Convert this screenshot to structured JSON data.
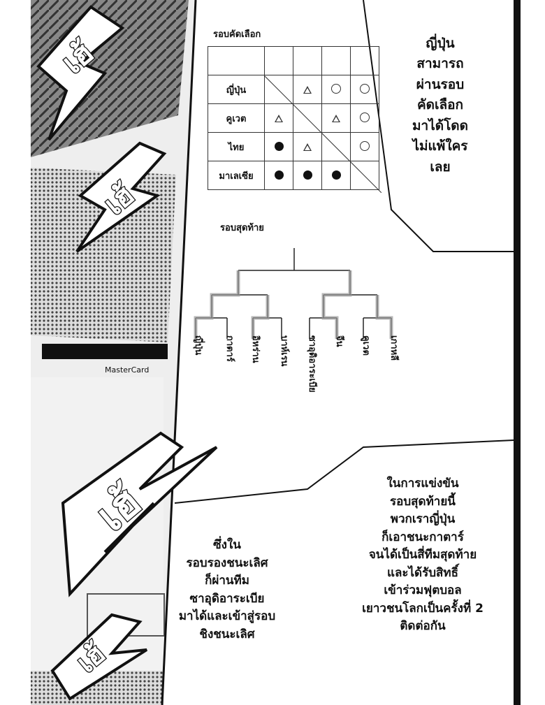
{
  "qualifying": {
    "title": "รอบคัดเลือก",
    "teams": [
      "ญี่ปุ่น",
      "คูเวต",
      "ไทย",
      "มาเลเซีย"
    ],
    "results": [
      [
        "",
        "triangle",
        "circle",
        "circle"
      ],
      [
        "triangle",
        "",
        "triangle",
        "circle"
      ],
      [
        "dot",
        "triangle",
        "",
        "circle"
      ],
      [
        "dot",
        "dot",
        "dot",
        ""
      ]
    ]
  },
  "finals": {
    "title": "รอบสุดท้าย",
    "teams": [
      "ญี่ปุ่น",
      "กาตาร์",
      "อิหร่าน",
      "บาห์เรน",
      "ซาอุดิอาระเบีย",
      "จีน",
      "คูเวต",
      "เกาหลี"
    ]
  },
  "captions": {
    "top_right": [
      "ญี่ปุ่น",
      "สามารถ",
      "ผ่านรอบ",
      "คัดเลือก",
      "มาได้โดด",
      "ไม่แพ้ใคร",
      "เลย"
    ],
    "bottom_left": [
      "ซึ่งใน",
      "รอบรองชนะเลิศ",
      "ก็ผ่านทีม",
      "ซาอุดิอาระเบีย",
      "มาได้และเข้าสู่รอบ",
      "ชิงชนะเลิศ"
    ],
    "bottom_right": [
      "ในการแข่งขัน",
      "รอบสุดท้ายนี้",
      "พวกเราญี่ปุ่น",
      "ก็เอาชนะกาตาร์",
      "จนได้เป็นสี่ทีมสุดท้าย",
      "และได้รับสิทธิ์",
      "เข้าร่วมฟุตบอล",
      "เยาวชนโลกเป็นครั้งที่ 2",
      "ติดต่อกัน"
    ]
  },
  "art": {
    "sfx": "เฮ้",
    "banner_text": "MasterCard"
  }
}
